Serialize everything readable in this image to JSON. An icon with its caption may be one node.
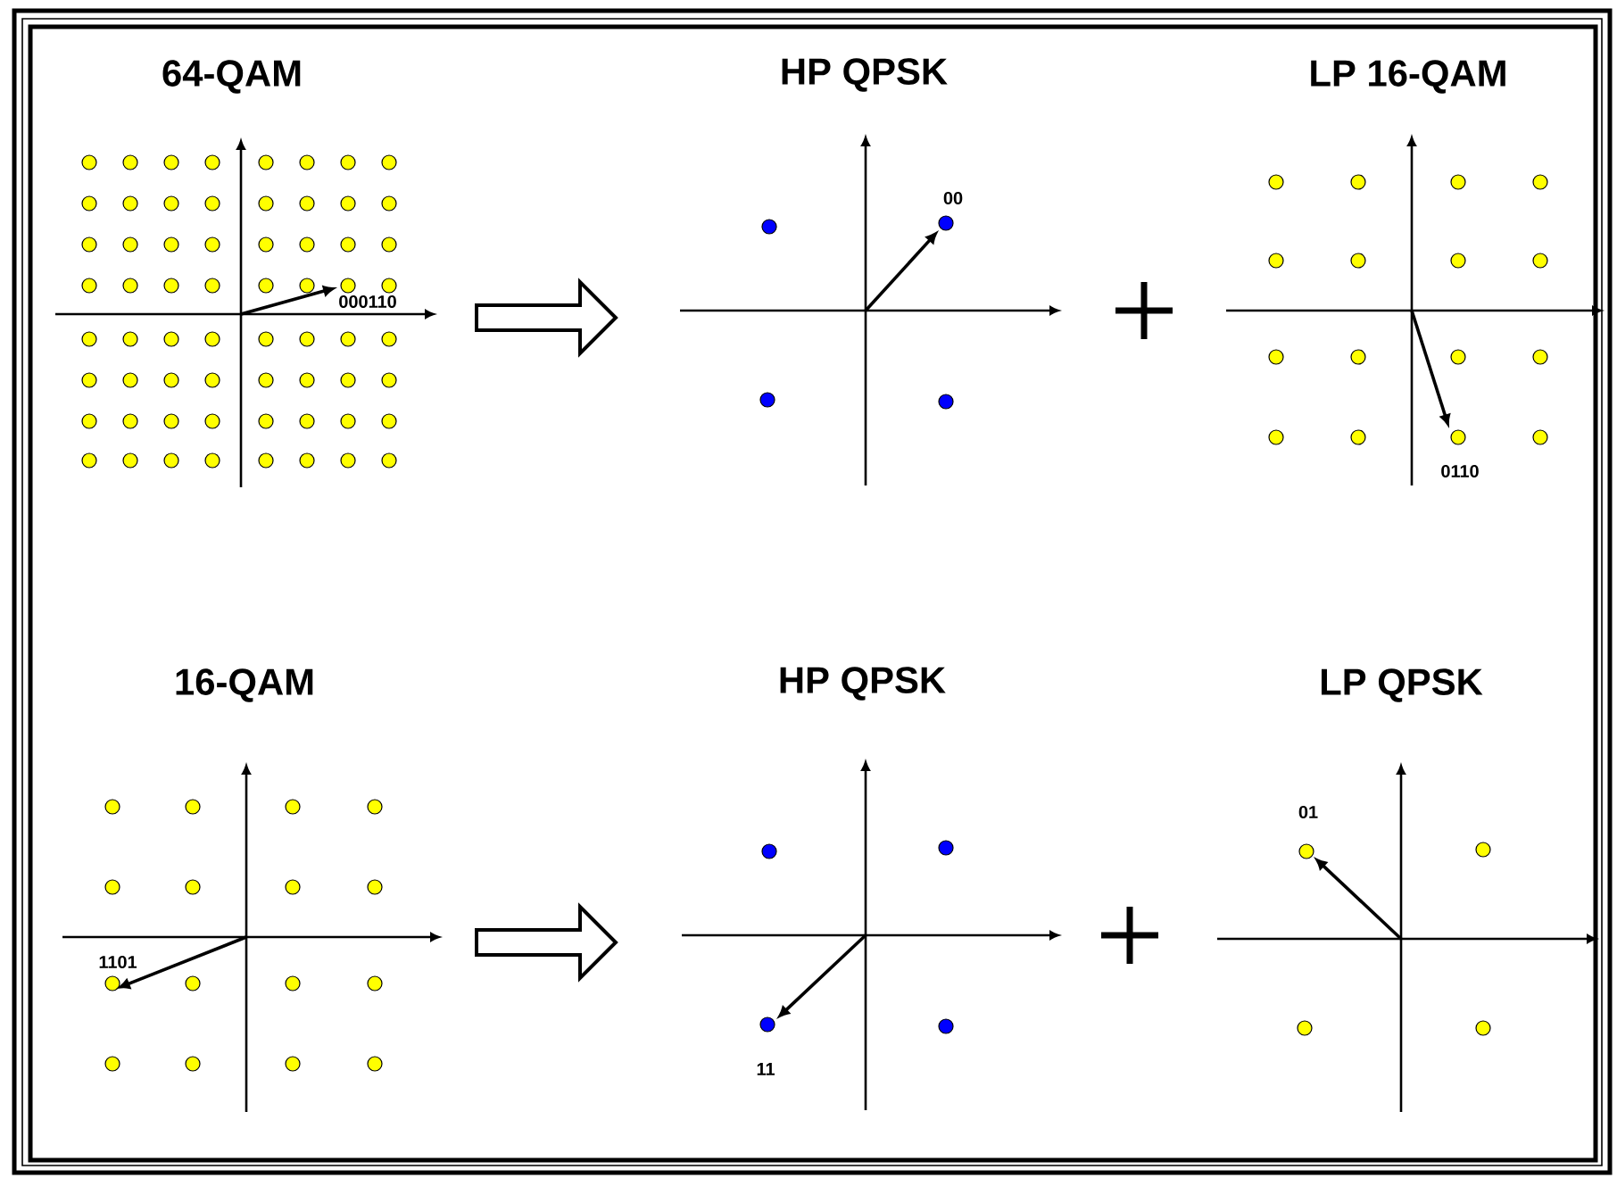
{
  "diagram": {
    "labels": [
      "64-QAM",
      "HP QPSK",
      "LP 16-QAM",
      "00",
      "000110",
      "0110",
      "16-QAM",
      "HP QPSK",
      "LP QPSK",
      "01",
      "1101",
      "11"
    ]
  }
}
